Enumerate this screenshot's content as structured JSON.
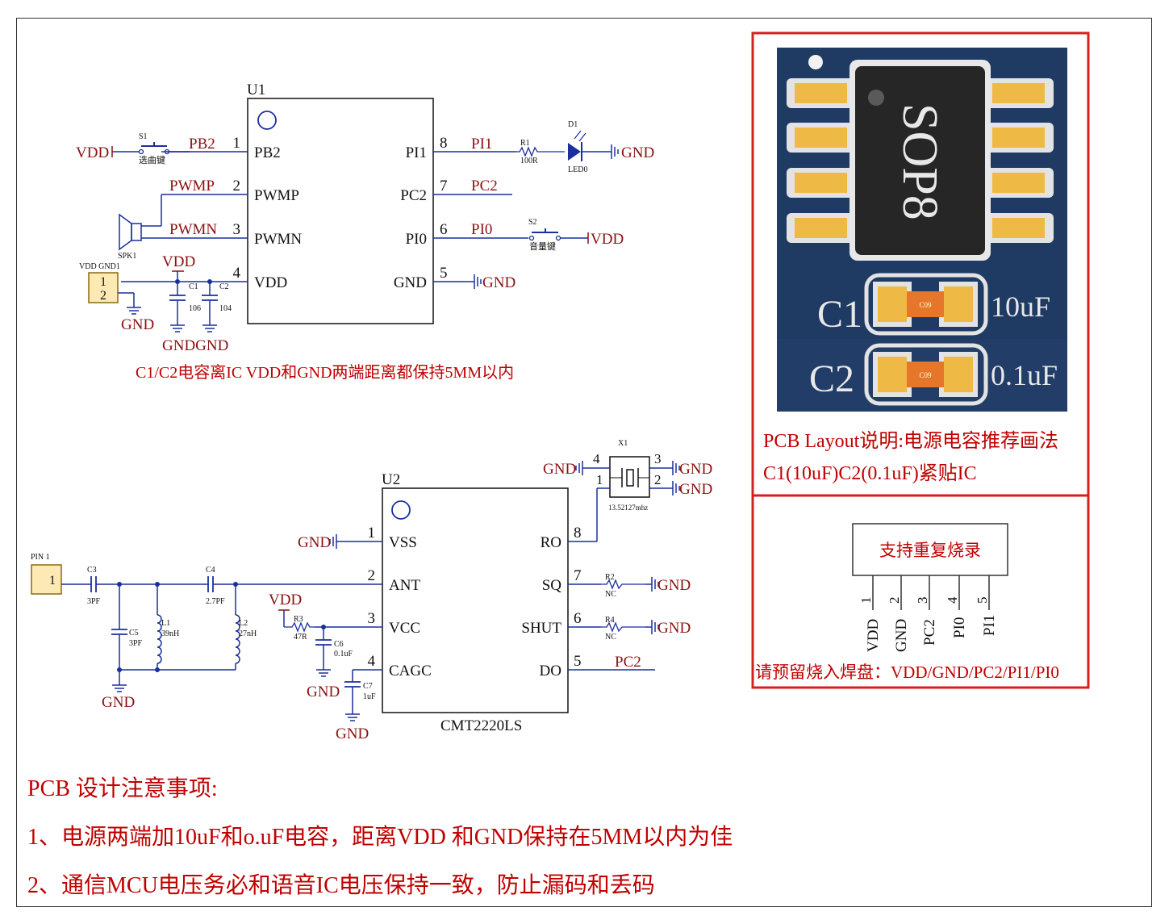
{
  "colors": {
    "net": "#8b1010",
    "wire": "#1c2f9e",
    "body": "#111111",
    "box_red": "#d42020",
    "note_red": "#c00000",
    "pad": "#f2c35a",
    "pcb": "#1f3a63"
  },
  "u1": {
    "ref": "U1",
    "pins_left": [
      {
        "num": "1",
        "name": "PB2",
        "net": "PB2"
      },
      {
        "num": "2",
        "name": "PWMP",
        "net": "PWMP"
      },
      {
        "num": "3",
        "name": "PWMN",
        "net": "PWMN"
      },
      {
        "num": "4",
        "name": "VDD",
        "net": ""
      }
    ],
    "pins_right": [
      {
        "num": "8",
        "name": "PI1",
        "net": "PI1"
      },
      {
        "num": "7",
        "name": "PC2",
        "net": "PC2"
      },
      {
        "num": "6",
        "name": "PI0",
        "net": "PI0"
      },
      {
        "num": "5",
        "name": "GND",
        "net": ""
      }
    ],
    "parts": {
      "s1_ref": "S1",
      "s1_label": "选曲键",
      "vdd_left": "VDD",
      "spk_ref": "SPK1",
      "conn_ref": "VDD GND1",
      "conn_pin1": "1",
      "conn_pin2": "2",
      "vdd_top": "VDD",
      "gnd_conn": "GND",
      "c1_ref": "C1",
      "c1_val": "106",
      "c2_ref": "C2",
      "c2_val": "104",
      "gnd_c": "GNDGND",
      "r1_ref": "R1",
      "r1_val": "100R",
      "d1_ref": "D1",
      "d1_val": "LED0",
      "gnd_led": "GND",
      "s2_ref": "S2",
      "s2_label": "音量键",
      "vdd_s2": "VDD",
      "gnd_u1": "GND"
    },
    "note": "C1/C2电容离IC VDD和GND两端距离都保持5MM以内"
  },
  "u2": {
    "ref": "U2",
    "part": "CMT2220LS",
    "pins_left": [
      {
        "num": "1",
        "name": "VSS"
      },
      {
        "num": "2",
        "name": "ANT"
      },
      {
        "num": "3",
        "name": "VCC"
      },
      {
        "num": "4",
        "name": "CAGC"
      }
    ],
    "pins_right": [
      {
        "num": "8",
        "name": "RO"
      },
      {
        "num": "7",
        "name": "SQ"
      },
      {
        "num": "6",
        "name": "SHUT"
      },
      {
        "num": "5",
        "name": "DO"
      }
    ],
    "parts": {
      "pin1_ref": "PIN 1",
      "pin1_num": "1",
      "c3_ref": "C3",
      "c3_val": "3PF",
      "c4_ref": "C4",
      "c4_val": "2.7PF",
      "c5_ref": "C5",
      "c5_val": "3PF",
      "l1_ref": "L1",
      "l1_val": "39nH",
      "l2_ref": "L2",
      "l2_val": "27nH",
      "gnd_rf": "GND",
      "vdd": "VDD",
      "r3_ref": "R3",
      "r3_val": "47R",
      "c6_ref": "C6",
      "c6_val": "0.1uF",
      "gnd_c6": "GND",
      "c7_ref": "C7",
      "c7_val": "1uF",
      "gnd_c7": "GND",
      "gnd_vss": "GND",
      "x1_ref": "X1",
      "x1_freq": "13.52127mhz",
      "x1_p4": "4",
      "x1_p3": "3",
      "x1_p1": "1",
      "x1_p2": "2",
      "gnd_x4": "GND",
      "gnd_x3": "GND",
      "gnd_x2": "GND",
      "r2_ref": "R2",
      "r2_val": "NC",
      "gnd_r2": "GND",
      "r4_ref": "R4",
      "r4_val": "NC",
      "gnd_r4": "GND",
      "do_net": "PC2"
    }
  },
  "pcb": {
    "chip_label": "SOP8",
    "c1_label": "C1",
    "c1_val": "10uF",
    "c2_label": "C2",
    "c2_val": "0.1uF",
    "cap_code": "C09",
    "caption_line1": "PCB Layout说明:电源电容推荐画法",
    "caption_line2": "C1(10uF)C2(0.1uF)紧贴IC"
  },
  "burn": {
    "title": "支持重复烧录",
    "pins": [
      {
        "num": "1",
        "name": "VDD"
      },
      {
        "num": "2",
        "name": "GND"
      },
      {
        "num": "3",
        "name": "PC2"
      },
      {
        "num": "4",
        "name": "PI0"
      },
      {
        "num": "5",
        "name": "PI1"
      }
    ],
    "note": "请预留烧入焊盘：VDD/GND/PC2/PI1/PI0"
  },
  "notes": {
    "heading": "PCB  设计注意事项:",
    "line1": "1、电源两端加10uF和o.uF电容，距离VDD  和GND保持在5MM以内为佳",
    "line2": "2、通信MCU电压务必和语音IC电压保持一致，防止漏码和丢码"
  }
}
